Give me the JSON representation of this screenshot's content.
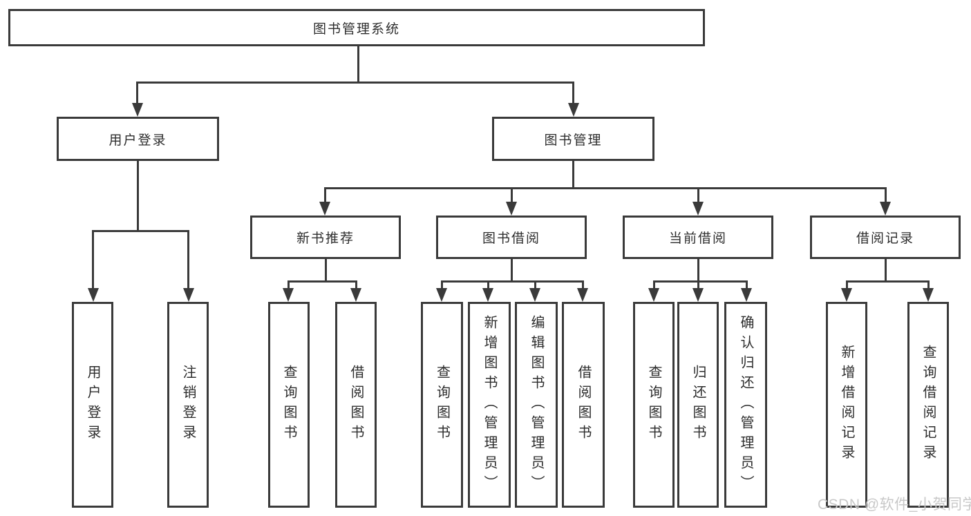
{
  "diagram": {
    "title_node": {
      "label": "图书管理系统"
    },
    "level2": {
      "user_login": {
        "label": "用户登录"
      },
      "book_management": {
        "label": "图书管理"
      }
    },
    "level3": {
      "new_book_recommend": {
        "label": "新书推荐"
      },
      "book_borrow": {
        "label": "图书借阅"
      },
      "current_borrow": {
        "label": "当前借阅"
      },
      "borrow_record": {
        "label": "借阅记录"
      }
    },
    "leaves": {
      "user_login": {
        "label": "用户登录"
      },
      "logout": {
        "label": "注销登录"
      },
      "query_book_1": {
        "label": "查询图书"
      },
      "borrow_book_1": {
        "label": "借阅图书"
      },
      "query_book_2": {
        "label": "查询图书"
      },
      "add_book_admin": {
        "label": "新增图书（管理员）"
      },
      "edit_book_admin": {
        "label": "编辑图书（管理员）"
      },
      "borrow_book_2": {
        "label": "借阅图书"
      },
      "query_book_3": {
        "label": "查询图书"
      },
      "return_book": {
        "label": "归还图书"
      },
      "confirm_return_admin": {
        "label": "确认归还（管理员）"
      },
      "add_borrow_record": {
        "label": "新增借阅记录"
      },
      "query_borrow_record": {
        "label": "查询借阅记录"
      }
    }
  },
  "watermark": {
    "text": "CSDN @软件_小贺同学"
  },
  "colors": {
    "background": "#ffffff",
    "line": "#3a3a3a",
    "box_border": "#3a3a3a",
    "text": "#2d2d2d",
    "watermark": "#c8c8c8"
  }
}
